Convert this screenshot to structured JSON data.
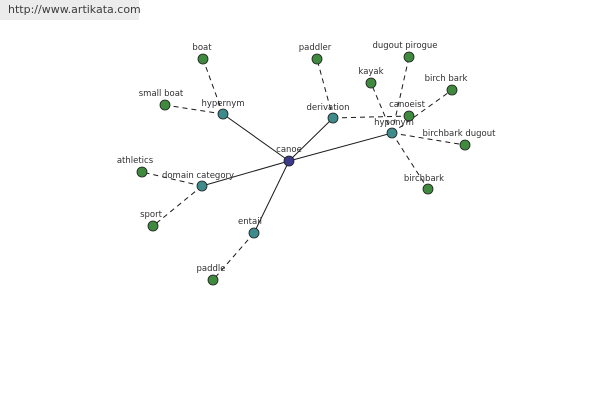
{
  "banner": {
    "url": "http://www.artikata.com"
  },
  "colors": {
    "root": "#3b3b8a",
    "relation": "#3f8a8a",
    "leaf": "#3f8a3f",
    "edge": "#1a1a1a"
  },
  "graph": {
    "root": {
      "id": "canoe",
      "label": "canoe"
    },
    "relations": [
      {
        "id": "hypernym",
        "label": "hypernym",
        "children": [
          "boat",
          "small boat"
        ]
      },
      {
        "id": "derivation",
        "label": "derivation",
        "children": [
          "paddler",
          "canoeist"
        ]
      },
      {
        "id": "hyponym",
        "label": "hyponym",
        "children": [
          "dugout pirogue",
          "kayak",
          "birch bark",
          "birchbark dugout",
          "birchbark"
        ]
      },
      {
        "id": "domain-category",
        "label": "domain category",
        "children": [
          "athletics",
          "sport"
        ]
      },
      {
        "id": "entail",
        "label": "entail",
        "children": [
          "paddle"
        ]
      }
    ]
  }
}
